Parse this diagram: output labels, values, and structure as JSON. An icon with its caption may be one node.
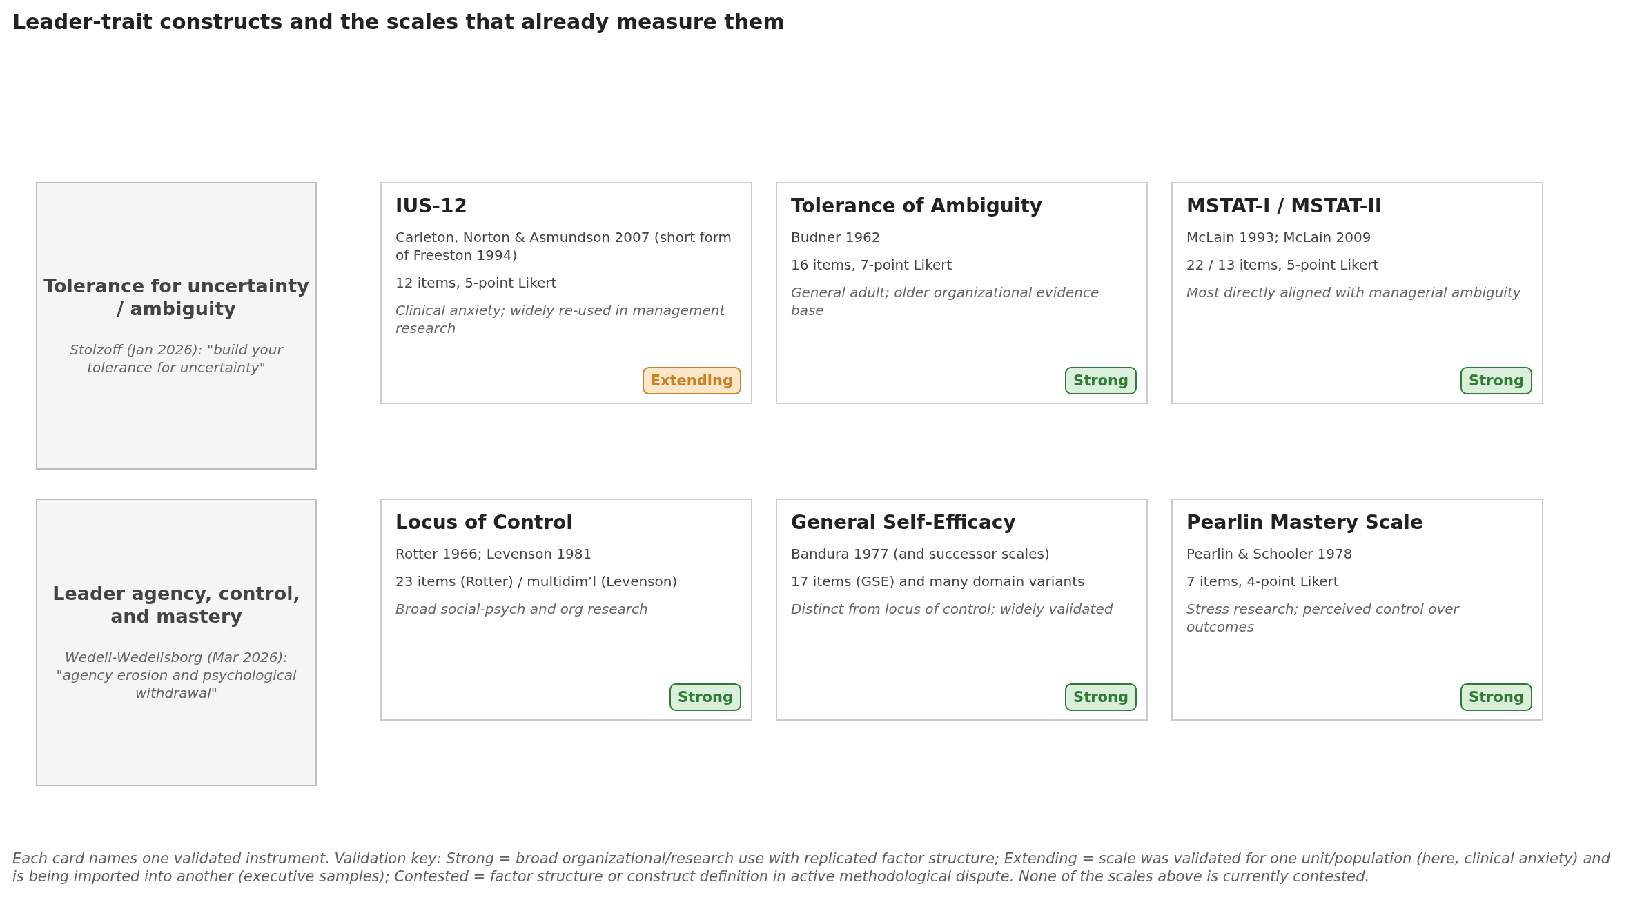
{
  "diagram": {
    "title": "Leader-trait constructs and the scales that already measure them",
    "caption": "Each card names one validated instrument. Validation key: Strong = broad organizational/research use with replicated factor structure; Extending = scale was validated for one unit/population (here, clinical anxiety) and is being imported into another (executive samples); Contested = factor structure or construct definition in active methodological dispute. None of the scales above is currently contested.",
    "nodes": [
      {
        "text": [
          "Tolerance for uncertainty / ambiguity",
          "Stolzoff (Jan 2026): \"build your tolerance for uncertainty\""
        ]
      },
      {
        "text": [
          "IUS-12",
          "Carleton, Norton & Asmundson 2007 (short form of Freeston 1994)",
          "12 items, 5-point Likert",
          "Clinical anxiety; widely re-used in management research"
        ]
      },
      {
        "text": [
          "Extending"
        ],
        "in": 1
      },
      {
        "text": [
          "Tolerance of Ambiguity",
          "Budner 1962",
          "16 items, 7-point Likert",
          "General adult; older organizational evidence base"
        ]
      },
      {
        "text": [
          "Strong"
        ],
        "in": 3
      },
      {
        "text": [
          "MSTAT-I / MSTAT-II",
          "McLain 1993; McLain 2009",
          "22 / 13 items, 5-point Likert",
          "Most directly aligned with managerial ambiguity"
        ]
      },
      {
        "text": [
          "Strong"
        ],
        "in": 5
      },
      {
        "text": [
          "Leader agency, control, and mastery",
          "Wedell-Wedellsborg (Mar 2026): \"agency erosion and psychological withdrawal\""
        ]
      },
      {
        "text": [
          "Locus of Control",
          "Rotter 1966; Levenson 1981",
          "23 items (Rotter) / multidim’l (Levenson)",
          "Broad social-psych and org research"
        ]
      },
      {
        "text": [
          "Strong"
        ],
        "in": 8
      },
      {
        "text": [
          "General Self-Efficacy",
          "Bandura 1977 (and successor scales)",
          "17 items (GSE) and many domain variants",
          "Distinct from locus of control; widely validated"
        ]
      },
      {
        "text": [
          "Strong"
        ],
        "in": 10
      },
      {
        "text": [
          "Pearlin Mastery Scale",
          "Pearlin & Schooler 1978",
          "7 items, 4-point Likert",
          "Stress research; perceived control over outcomes"
        ]
      },
      {
        "text": [
          "Strong"
        ],
        "in": 12
      }
    ]
  }
}
